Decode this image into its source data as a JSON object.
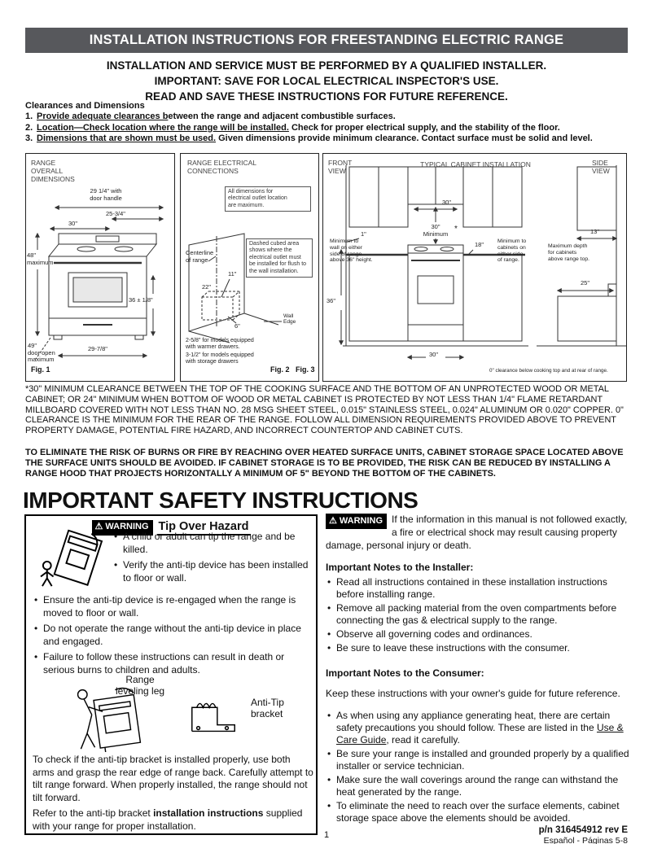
{
  "header": {
    "title": "INSTALLATION INSTRUCTIONS FOR FREESTANDING ELECTRIC RANGE"
  },
  "notices": {
    "line1": "INSTALLATION AND SERVICE MUST BE PERFORMED BY A QUALIFIED INSTALLER.",
    "line2": "IMPORTANT: SAVE FOR LOCAL ELECTRICAL INSPECTOR'S USE.",
    "line3": "READ AND SAVE THESE INSTRUCTIONS FOR FUTURE REFERENCE."
  },
  "clearances": {
    "heading": "Clearances and Dimensions",
    "items": [
      {
        "num": "1.",
        "lead": "Provide adequate clearances b",
        "rest": "etween the range and adjacent combustible surfaces."
      },
      {
        "num": "2.",
        "lead": "Location—Check location where the range will be installed.",
        "rest": " Check for proper electrical supply, and the stability of the floor."
      },
      {
        "num": "3.",
        "lead": "Dimensions that are shown must be used.",
        "rest": " Given dimensions provide minimum clearance. Contact surface must be solid and level."
      }
    ]
  },
  "fig1": {
    "title": "RANGE\nOVERALL\nDIMENSIONS",
    "dim_door_handle": "29 1/4\" with\ndoor handle",
    "dim_depth": "25-3/4\"",
    "dim_width": "30\"",
    "dim_height": "48\"\nmaximum",
    "dim_counter": "36 ± 1/8\"",
    "dim_door_open": "49\"\ndoor open\nmaximum",
    "dim_body": "29-7/8\"",
    "caption": "Fig. 1"
  },
  "fig2": {
    "title": "RANGE ELECTRICAL\nCONNECTIONS",
    "note_max": "All dimensions for\nelectrical outlet location\nare maximum.",
    "note_dashed": "Dashed cubed area\nshows where the\nelectrical outlet must\nbe installed for flush to\nthe wall installation.",
    "centerline": "Centerline\nof range",
    "dim_11": "11\"",
    "dim_22": "22\"",
    "dim_6": "6\"",
    "wall_edge": "Wall\nEdge",
    "note_warmer": "2-5/8\" for models equipped\nwith warmer drawers.",
    "note_storage": "3-1/2\" for models equipped\nwith storage drawers",
    "caption": "Fig. 2"
  },
  "fig3": {
    "front_view": "FRONT\nVIEW",
    "title": "TYPICAL CABINET INSTALLATION",
    "side_view": "SIDE\nVIEW",
    "dim_top_width": "30\"",
    "dim_min_clearance": "30\"\nMinimum",
    "asterisk": "*",
    "dim_wall": "1\"",
    "note_wall": "Minimum to\nwall on either\nside of range\nabove 36\" height.",
    "dim_cabinet": "18\"",
    "note_cabinets": "Minimum to\ncabinets on\neither side\nof range.",
    "dim_depth_top": "13\"",
    "note_depth": "Maximum depth\nfor cabinets\nabove range top.",
    "dim_height": "36\"",
    "dim_counter_depth": "25\"",
    "dim_bottom_width": "30\"",
    "note_zero": "0\" clearance below cooking top and at rear of range.",
    "caption": "Fig. 3"
  },
  "clearance_note": "*30\" MINIMUM CLEARANCE BETWEEN THE TOP OF THE COOKING SURFACE AND THE  BOTTOM OF AN UNPROTECTED WOOD OR METAL CABINET; OR 24\" MINIMUM WHEN BOTTOM OF WOOD OR METAL CABINET IS PROTECTED BY NOT LESS THAN 1/4\" FLAME RETARDANT MILLBOARD COVERED WITH NOT LESS THAN NO. 28 MSG SHEET STEEL, 0.015\" STAINLESS STEEL, 0.024\" ALUMINUM OR 0.020\" COPPER. 0\" CLEARANCE IS THE MINIMUM FOR THE REAR OF THE RANGE. FOLLOW ALL DIMENSION REQUIREMENTS PROVIDED ABOVE TO PREVENT PROPERTY DAMAGE, POTENTIAL FIRE HAZARD, AND INCORRECT COUNTERTOP AND CABINET CUTS.",
  "burn_warning": "TO ELIMINATE THE RISK OF BURNS OR FIRE BY REACHING OVER HEATED SURFACE UNITS, CABINET STORAGE SPACE LOCATED ABOVE THE SURFACE UNITS SHOULD BE AVOIDED. IF CABINET STORAGE IS TO BE PROVIDED, THE RISK CAN BE REDUCED BY INSTALLING A RANGE HOOD THAT PROJECTS HORIZONTALLY A MINIMUM OF 5\" BEYOND THE BOTTOM OF THE CABINETS.",
  "safety": {
    "heading": "IMPORTANT SAFETY INSTRUCTIONS",
    "tip_box": {
      "warning_label": "WARNING",
      "hazard_title": "Tip Over Hazard",
      "icon_bullets": [
        "A child or adult can tip the range and be killed.",
        "Verify the anti-tip device has been installed to floor or wall."
      ],
      "bullets": [
        "Ensure the anti-tip device is re-engaged when the range is moved to floor or wall.",
        "Do not operate the range without the anti-tip device in place and engaged.",
        "Failure to follow these instructions can result in death or serious burns to children and adults."
      ],
      "label_leveling": "Range\nleveling leg",
      "label_bracket": "Anti-Tip\nbracket",
      "check_para": "To check if the anti-tip bracket is installed properly, use both arms and grasp the rear edge of range back. Carefully attempt to tilt range forward. When properly installed, the range should not tilt forward.",
      "refer_pre": "Refer to the anti-tip bracket ",
      "refer_bold": "installation instructions",
      "refer_post": " supplied with your range for proper installation."
    },
    "right": {
      "warning_label": "WARNING",
      "warning_text": "If the information in this manual is not followed exactly, a fire or electrical shock may result causing property damage, personal injury or death.",
      "installer_heading": "Important Notes to the Installer:",
      "installer_bullets": [
        "Read all instructions contained in these installation instructions before installing range.",
        "Remove all packing material from the oven compartments before connecting the gas & electrical supply to the range.",
        "Observe all governing codes and ordinances.",
        "Be sure to leave these instructions with the consumer."
      ],
      "consumer_heading": "Important Notes to the Consumer:",
      "consumer_intro": "Keep these instructions with your owner's guide for future reference.",
      "consumer_bullet1_pre": "As when using any appliance generating heat, there are certain safety precautions you should follow. These are listed in the ",
      "consumer_bullet1_link": "Use & Care Guide",
      "consumer_bullet1_post": ", read it carefully.",
      "consumer_bullets_rest": [
        "Be sure your range is installed and grounded properly by a qualified installer or service technician.",
        "Make sure the wall coverings around the range can withstand the heat generated by the range.",
        "To eliminate the need to reach over the surface elements, cabinet storage space above the elements should be avoided."
      ]
    }
  },
  "footer": {
    "page_number": "1",
    "part_number": "p/n 316454912 rev E",
    "spanish_note": "Español - Páginas 5-8"
  }
}
